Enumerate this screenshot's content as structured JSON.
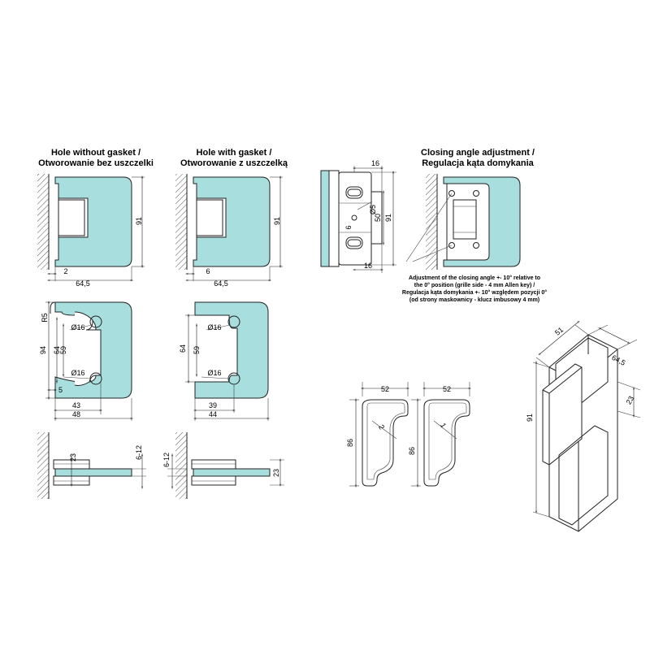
{
  "titles": {
    "hole_without_gasket_en": "Hole without gasket /",
    "hole_without_gasket_pl": "Otworowanie bez uszczelki",
    "hole_with_gasket_en": "Hole with gasket /",
    "hole_with_gasket_pl": "Otworowanie z uszczelką",
    "closing_angle_en": "Closing angle adjustment /",
    "closing_angle_pl": "Regulacja kąta domykania"
  },
  "note": {
    "line1": "Adjustment of the closing angle +- 10° relative to",
    "line2": "the 0° position (grille side - 4 mm Allen key) /",
    "line3": "Regulacja kąta domykania +- 10° względem pozycji 0°",
    "line4": "(od strony maskownicy - klucz imbusowy 4 mm)"
  },
  "dims": {
    "d91": "91",
    "d2": "2",
    "d6": "6",
    "d64_5": "64,5",
    "d16": "16",
    "d50": "50",
    "d6v": "6",
    "d5dia": "Ø5",
    "r5": "R5",
    "d94": "94",
    "d64": "64",
    "d59": "59",
    "dia16": "Ø16",
    "d5": "5",
    "d43": "43",
    "d48": "48",
    "d39": "39",
    "d44": "44",
    "d23": "23",
    "d6_12": "6-12",
    "d52": "52",
    "d86": "86",
    "d2p": "2",
    "d1p": "1",
    "d51": "51"
  }
}
